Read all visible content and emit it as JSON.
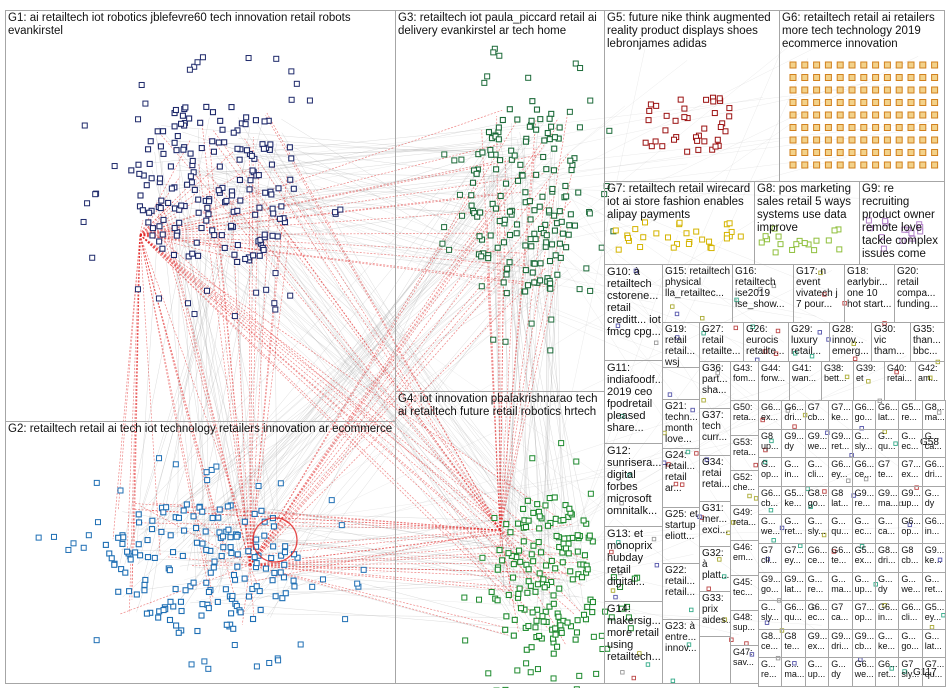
{
  "groups": [
    {
      "id": "G1",
      "label": "G1: ai retailtech iot robotics jblefevre60 tech innovation retail robots evankirstel",
      "color": "#1f2a6b"
    },
    {
      "id": "G2",
      "label": "G2: retailtech retail ai tech iot technology retailers innovation ar ecommerce",
      "color": "#1f6fb4"
    },
    {
      "id": "G3",
      "label": "G3: retailtech iot paula_piccard retail ai delivery evankirstel ar tech home",
      "color": "#1d6b3a"
    },
    {
      "id": "G4",
      "label": "G4: iot innovation pbalakrishnarao tech ai retailtech future retail robotics hrtech",
      "color": "#1e8a2e"
    },
    {
      "id": "G5",
      "label": "G5: future nike think augmented reality product displays shoes lebronjames adidas",
      "color": "#9b1111"
    },
    {
      "id": "G6",
      "label": "G6: retailtech retail ai retailers more tech technology 2019 ecommerce innovation",
      "color": "#d1801d"
    },
    {
      "id": "G7",
      "label": "G7: retailtech retail wirecard iot ai store fashion enables alipay payments",
      "color": "#d4b400"
    },
    {
      "id": "G8",
      "label": "G8: pos marketing sales retail 5 ways systems use data improve",
      "color": "#8fbf3c"
    },
    {
      "id": "G9",
      "label": "G9: re recruiting product owner remote love tackle complex issues come",
      "color": "#b07fc7"
    },
    {
      "id": "G10",
      "label": "G10: à retailtech cstorene... retail creditt... iot fmcg cpg..."
    },
    {
      "id": "G11",
      "label": "G11: indiafoodf... 2019 ceo fpodretail pleased share..."
    },
    {
      "id": "G12",
      "label": "G12: sunrisera... digital forbes microsoft omnitalk..."
    },
    {
      "id": "G13",
      "label": "G13: et monoprix hubday retail digital..."
    },
    {
      "id": "G14",
      "label": "G14: makersig... more retail using retailtech..."
    },
    {
      "id": "G15",
      "label": "G15: retailtech physical lla_retailtec..."
    },
    {
      "id": "G16",
      "label": "G16: retailtech ise2019 ise_show..."
    },
    {
      "id": "G17",
      "label": "G17: n event vivatech j 7 pour..."
    },
    {
      "id": "G18",
      "label": "G18: earlybir... one 10 hot start..."
    },
    {
      "id": "G20",
      "label": "G20: retail compa... funding..."
    },
    {
      "id": "G19",
      "label": "G19: retail retail... wsj legal..."
    },
    {
      "id": "G27",
      "label": "G27: retail retailte..."
    },
    {
      "id": "G26",
      "label": "G26: eurocis retailte..."
    },
    {
      "id": "G29",
      "label": "G29: luxury retail..."
    },
    {
      "id": "G28",
      "label": "G28: innov... emerg..."
    },
    {
      "id": "G30",
      "label": "G30: vic tham..."
    },
    {
      "id": "G35",
      "label": "G35: than... bbc..."
    },
    {
      "id": "G21",
      "label": "G21: techn... month love..."
    },
    {
      "id": "G36",
      "label": "G36: part... sha..."
    },
    {
      "id": "G37",
      "label": "G37: tech curr..."
    },
    {
      "id": "G24",
      "label": "G24: retail... retail ar..."
    },
    {
      "id": "G34",
      "label": "G34: retai retai..."
    },
    {
      "id": "G25",
      "label": "G25: et startup eliott..."
    },
    {
      "id": "G31",
      "label": "G31: mer... exci..."
    },
    {
      "id": "G22",
      "label": "G22: retail... retail..."
    },
    {
      "id": "G32",
      "label": "G32: à platt..."
    },
    {
      "id": "G33",
      "label": "G33: prix aides..."
    },
    {
      "id": "G23",
      "label": "G23: à entre... innov..."
    },
    {
      "id": "G43",
      "label": "G43: fom..."
    },
    {
      "id": "G44",
      "label": "G44: forw..."
    },
    {
      "id": "G41",
      "label": "G41: wan..."
    },
    {
      "id": "G38",
      "label": "G38: bett..."
    },
    {
      "id": "G39",
      "label": "G39: et"
    },
    {
      "id": "G40",
      "label": "G40: retai..."
    },
    {
      "id": "G42",
      "label": "G42: am..."
    },
    {
      "id": "G50",
      "label": "G50: reta..."
    },
    {
      "id": "G53",
      "label": "G53: reta..."
    },
    {
      "id": "G52",
      "label": "G52: che..."
    },
    {
      "id": "G49",
      "label": "G49: reta..."
    },
    {
      "id": "G46",
      "label": "G46: em..."
    },
    {
      "id": "G45",
      "label": "G45: tec..."
    },
    {
      "id": "G48",
      "label": "G48: sup..."
    },
    {
      "id": "G47",
      "label": "G47: sav..."
    },
    {
      "id": "G58",
      "label": "G58"
    },
    {
      "id": "G117",
      "label": "G117"
    }
  ],
  "small_tags": [
    "G6...",
    "G6...",
    "G7",
    "G7...",
    "G6...",
    "G6...",
    "G5...",
    "G8...",
    "G8",
    "G9...",
    "G9...",
    "G9...",
    "G...",
    "G...",
    "G...",
    "G...",
    "G...",
    "G...",
    "G..."
  ],
  "small_words": [
    "ex...",
    "dri...",
    "cb...",
    "ke...",
    "go...",
    "lat...",
    "re...",
    "ma...",
    "up...",
    "dy",
    "we...",
    "ret...",
    "sly...",
    "qu...",
    "ec...",
    "ca...",
    "op...",
    "in...",
    "cli...",
    "ey...",
    "ce...",
    "te..."
  ],
  "colors": {
    "edge_red": "#e02020",
    "edge_gray": "#9a9a9a",
    "border": "#a6a6a6"
  }
}
